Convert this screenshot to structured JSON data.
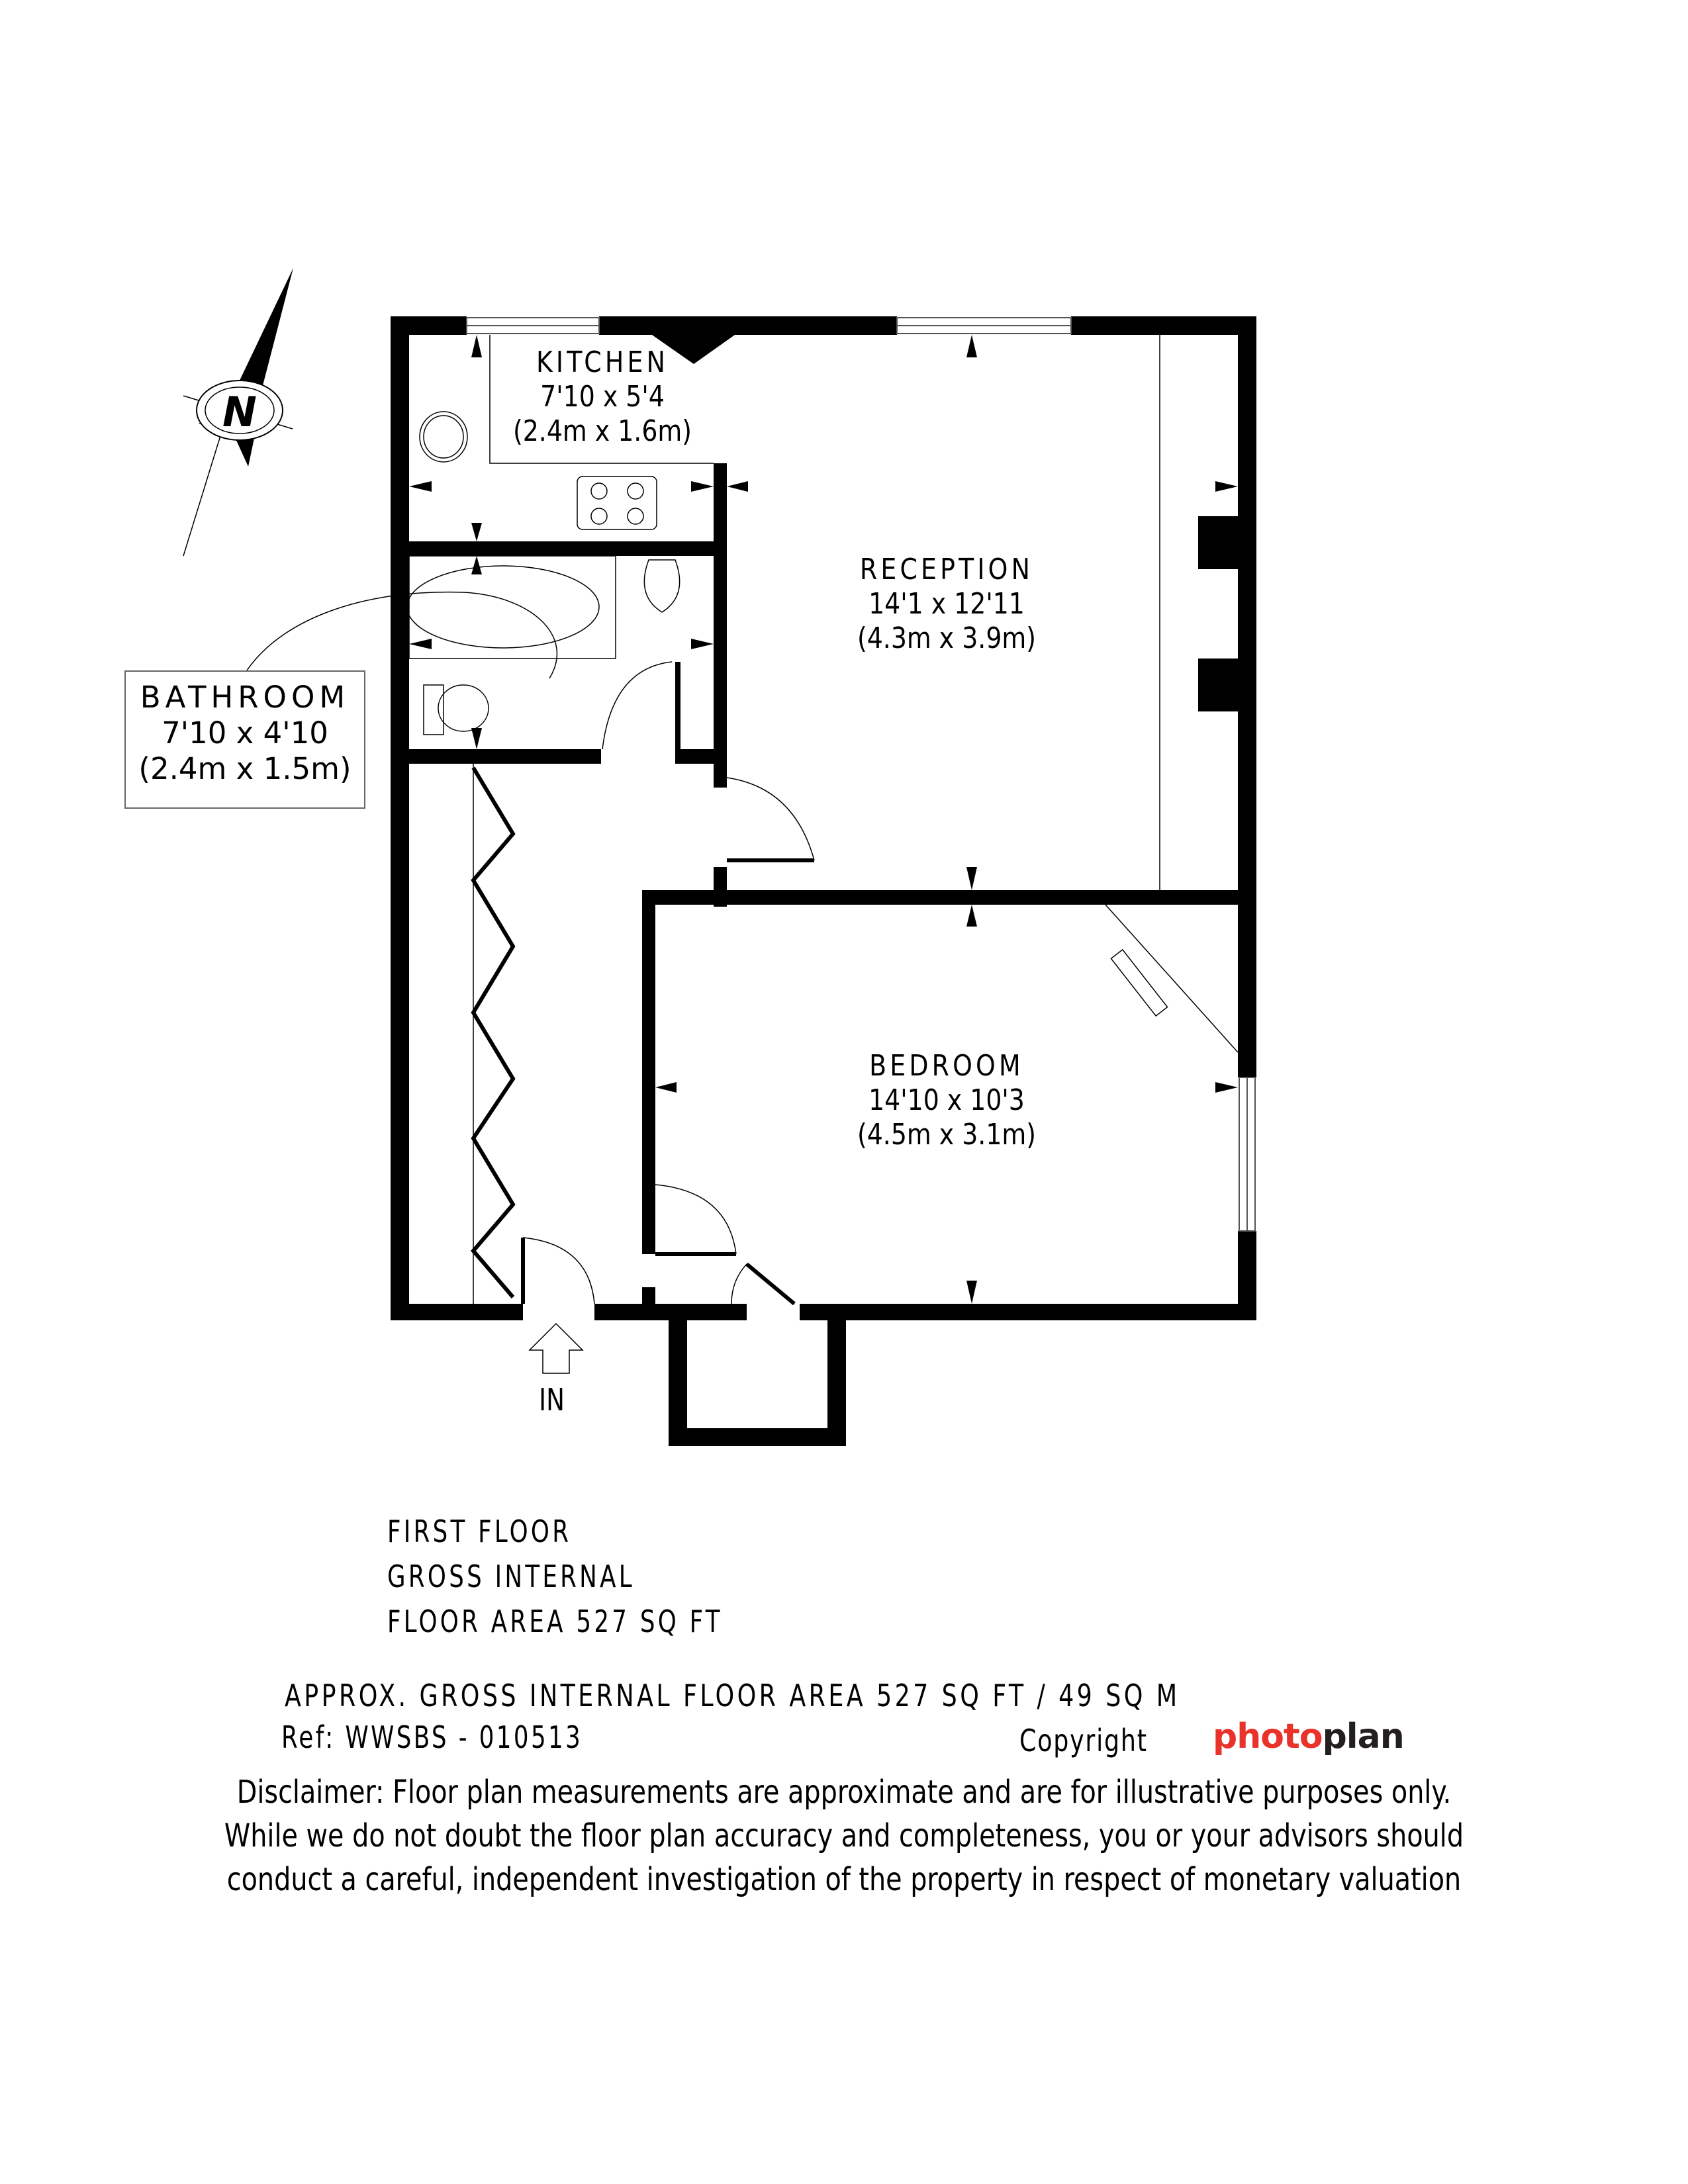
{
  "plan": {
    "compass": {
      "label": "N"
    },
    "entrance": {
      "label": "IN"
    },
    "rooms": {
      "kitchen": {
        "name": "KITCHEN",
        "imperial": "7'10 x 5'4",
        "metric": "(2.4m x 1.6m)"
      },
      "reception": {
        "name": "RECEPTION",
        "imperial": "14'1 x 12'11",
        "metric": "(4.3m x 3.9m)"
      },
      "bathroom": {
        "name": "BATHROOM",
        "imperial": "7'10 x 4'10",
        "metric": "(2.4m x 1.5m)"
      },
      "bedroom": {
        "name": "BEDROOM",
        "imperial": "14'10 x 10'3",
        "metric": "(4.5m x 3.1m)"
      }
    }
  },
  "floor_info": {
    "line1": "FIRST FLOOR",
    "line2": "GROSS INTERNAL",
    "line3": "FLOOR AREA 527 SQ FT"
  },
  "footer": {
    "approx_area": "APPROX. GROSS INTERNAL FLOOR AREA 527 SQ FT / 49 SQ M",
    "reference": "Ref: WWSBS - 010513",
    "copyright": "Copyright",
    "brand_part1": "photo",
    "brand_part2": "plan",
    "brand_colors": {
      "photo": "#e8322a",
      "plan": "#231f20"
    },
    "disclaimer": [
      "Disclaimer: Floor plan measurements are approximate and are for illustrative purposes only.",
      "While we do not doubt the floor plan accuracy and completeness, you or your advisors should",
      "conduct a careful, independent investigation of the property in respect of monetary valuation"
    ]
  }
}
